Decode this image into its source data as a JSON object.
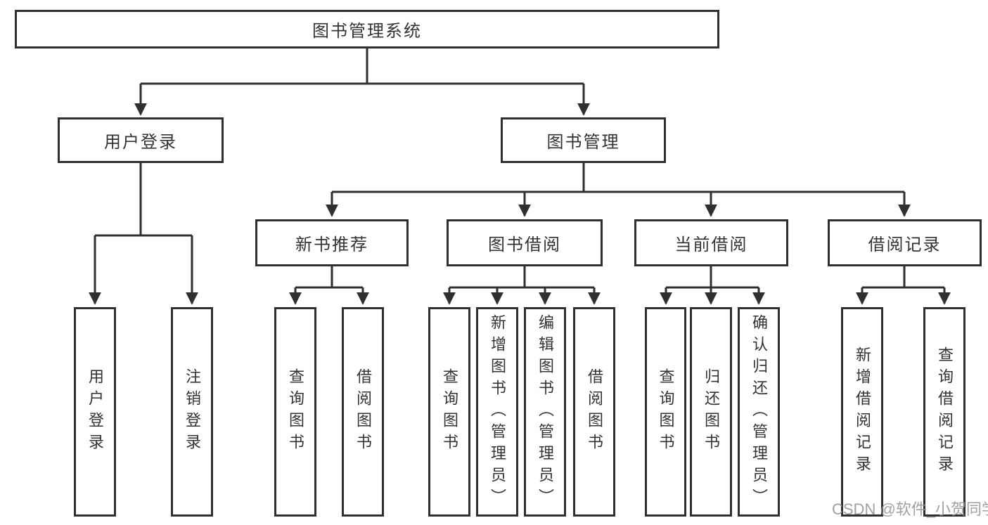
{
  "tree": {
    "root": "图书管理系统",
    "branches": [
      {
        "label": "用户登录",
        "children": [
          "用户登录",
          "注销登录"
        ]
      },
      {
        "label": "图书管理",
        "groups": [
          {
            "label": "新书推荐",
            "children": [
              "查询图书",
              "借阅图书"
            ]
          },
          {
            "label": "图书借阅",
            "children": [
              "查询图书",
              "新增图书（管理员）",
              "编辑图书（管理员）",
              "借阅图书"
            ]
          },
          {
            "label": "当前借阅",
            "children": [
              "查询图书",
              "归还图书",
              "确认归还（管理员）"
            ]
          },
          {
            "label": "借阅记录",
            "children": [
              "新增借阅记录",
              "查询借阅记录"
            ]
          }
        ]
      }
    ]
  },
  "watermark": "CSDN @软件_小贺同学",
  "colors": {
    "line": "#2f2f2f",
    "text": "#333333",
    "watermark": "#949494",
    "background": "#ffffff"
  }
}
